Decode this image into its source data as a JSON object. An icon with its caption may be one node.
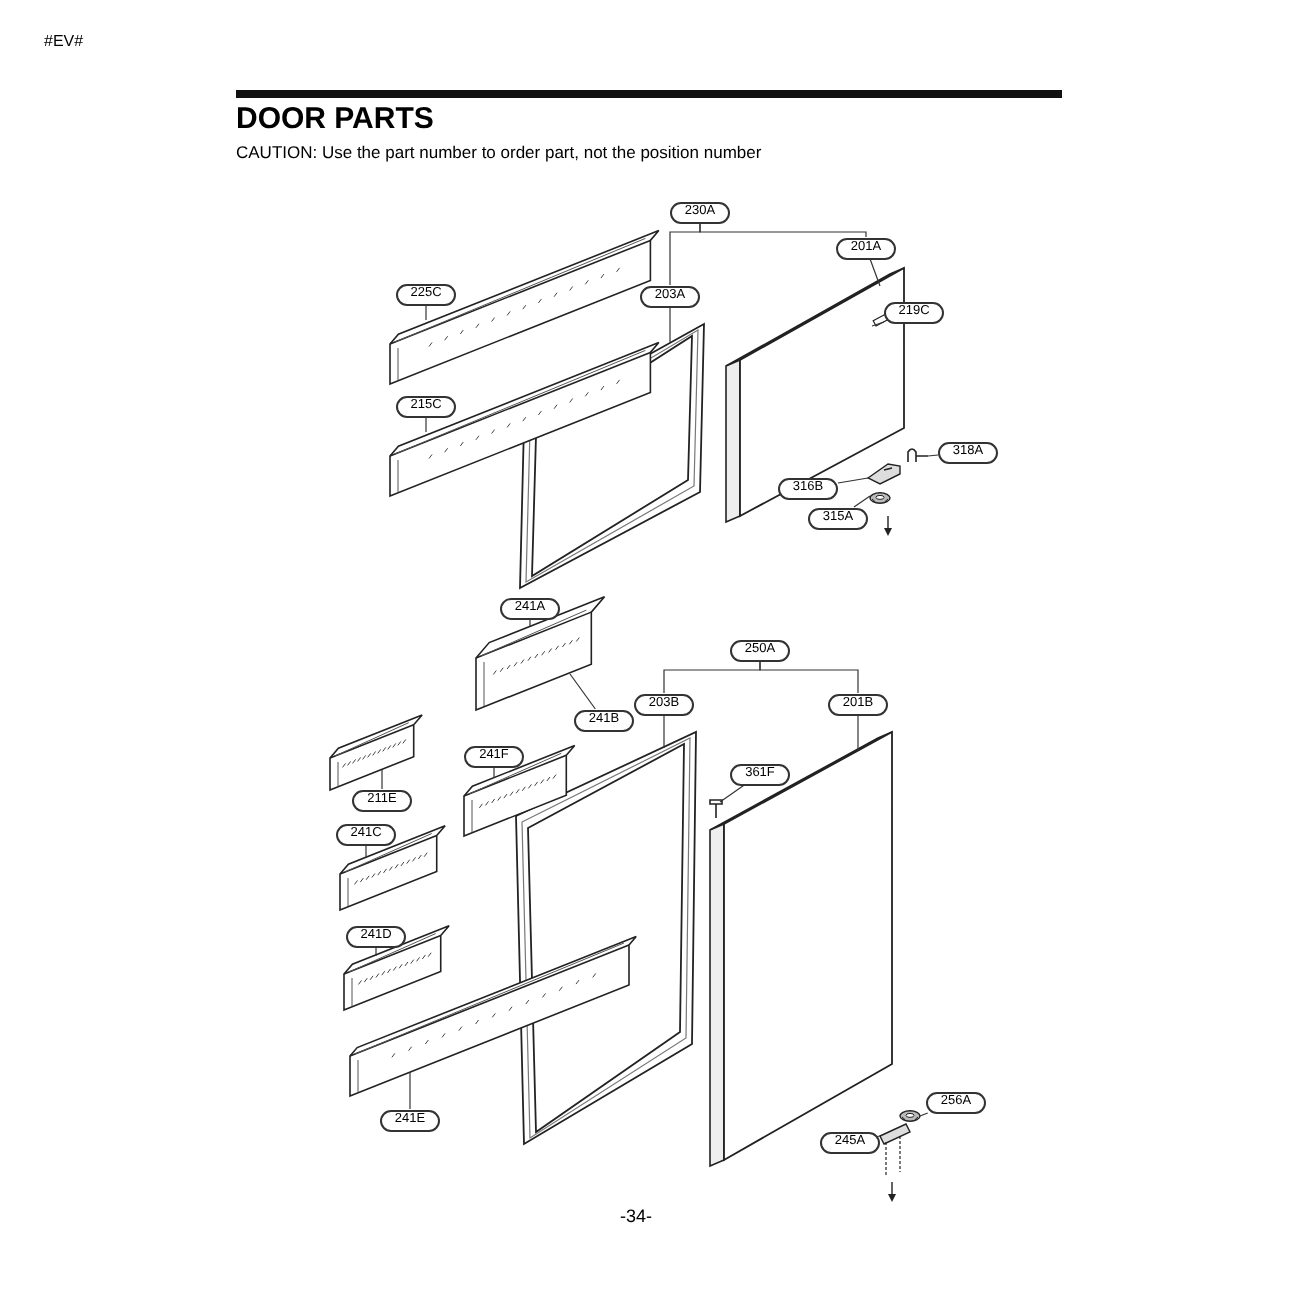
{
  "diagram": {
    "title": "DOOR PARTS",
    "nodes": [
      {
        "text": [
          "230A"
        ]
      },
      {
        "text": [
          "201A"
        ]
      },
      {
        "text": [
          "203A"
        ]
      },
      {
        "text": [
          "225C"
        ]
      },
      {
        "text": [
          "219C"
        ]
      },
      {
        "text": [
          "215C"
        ]
      },
      {
        "text": [
          "316B"
        ]
      },
      {
        "text": [
          "318A"
        ]
      },
      {
        "text": [
          "315A"
        ]
      },
      {
        "text": [
          "241A"
        ]
      },
      {
        "text": [
          "250A"
        ]
      },
      {
        "text": [
          "241B"
        ]
      },
      {
        "text": [
          "203B"
        ]
      },
      {
        "text": [
          "201B"
        ]
      },
      {
        "text": [
          "211E"
        ]
      },
      {
        "text": [
          "241F"
        ]
      },
      {
        "text": [
          "361F"
        ]
      },
      {
        "text": [
          "241C"
        ]
      },
      {
        "text": [
          "241D"
        ]
      },
      {
        "text": [
          "241E"
        ]
      },
      {
        "text": [
          "245A"
        ]
      },
      {
        "text": [
          "256A"
        ]
      },
      {
        "text": [],
        "shape": "picture"
      },
      {
        "text": [],
        "shape": "picture"
      },
      {
        "text": [],
        "shape": "picture"
      },
      {
        "text": [],
        "shape": "picture"
      },
      {
        "text": [],
        "shape": "picture",
        "in": 25
      },
      {
        "text": [],
        "shape": "picture"
      },
      {
        "text": [],
        "shape": "picture"
      },
      {
        "text": [],
        "shape": "picture"
      },
      {
        "text": [],
        "shape": "picture"
      },
      {
        "text": [],
        "shape": "picture"
      },
      {
        "text": [],
        "shape": "picture"
      },
      {
        "text": [],
        "shape": "picture"
      },
      {
        "text": [],
        "shape": "picture"
      },
      {
        "text": [],
        "shape": "picture"
      },
      {
        "text": [],
        "shape": "picture"
      },
      {
        "text": [],
        "shape": "picture"
      },
      {
        "text": [],
        "shape": "picture"
      },
      {
        "text": [],
        "shape": "picture"
      },
      {
        "text": [],
        "shape": "picture"
      }
    ],
    "edges": [
      {
        "from": 0,
        "to": 1,
        "arrow": "none"
      },
      {
        "from": 0,
        "to": 2,
        "arrow": "none"
      },
      {
        "from": 1,
        "to": 25,
        "arrow": "none"
      },
      {
        "from": 2,
        "to": 24,
        "arrow": "none"
      },
      {
        "from": 3,
        "to": 22,
        "arrow": "none"
      },
      {
        "from": 4,
        "to": 26,
        "arrow": "none"
      },
      {
        "from": 5,
        "to": 23,
        "arrow": "none"
      },
      {
        "from": 6,
        "to": 27,
        "arrow": "none"
      },
      {
        "from": 7,
        "to": 29,
        "arrow": "none"
      },
      {
        "from": 8,
        "to": 28,
        "arrow": "none"
      },
      {
        "from": 9,
        "to": 30,
        "arrow": "none"
      },
      {
        "from": 10,
        "to": 12,
        "arrow": "none"
      },
      {
        "from": 10,
        "to": 13,
        "arrow": "none"
      },
      {
        "from": 11,
        "to": 30,
        "arrow": "none"
      },
      {
        "from": 12,
        "to": 36,
        "arrow": "none"
      },
      {
        "from": 13,
        "to": 37,
        "arrow": "none"
      },
      {
        "from": 14,
        "to": 31,
        "arrow": "none"
      },
      {
        "from": 15,
        "to": 32,
        "arrow": "none"
      },
      {
        "from": 16,
        "to": 38,
        "arrow": "none"
      },
      {
        "from": 17,
        "to": 33,
        "arrow": "none"
      },
      {
        "from": 18,
        "to": 34,
        "arrow": "none"
      },
      {
        "from": 19,
        "to": 35,
        "arrow": "none"
      },
      {
        "from": 20,
        "to": 39,
        "arrow": "none"
      },
      {
        "from": 21,
        "to": 40,
        "arrow": "none"
      }
    ],
    "labels": [
      "#EV#",
      "CAUTION: Use the part number to order part, not the position number",
      "-34-"
    ]
  }
}
